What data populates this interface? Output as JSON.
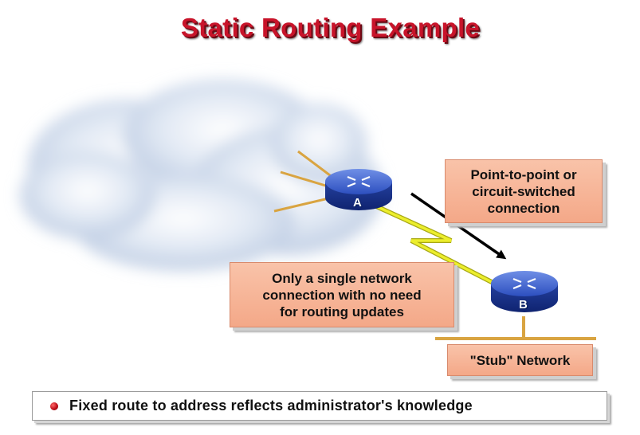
{
  "title": "Static Routing Example",
  "routers": {
    "a_label": "A",
    "b_label": "B"
  },
  "callouts": {
    "point_to_point": "Point-to-point or\ncircuit-switched\nconnection",
    "single_connection": "Only a single network\nconnection with no need\nfor routing updates",
    "stub_network": "\"Stub\" Network"
  },
  "footer": {
    "bullet_text": "Fixed route to address reflects administrator's knowledge"
  },
  "colors": {
    "title": "#c8142a",
    "callout_fill": "#f4a888",
    "router_body": "#1e3fa8",
    "serial_link": "#e8ea2a",
    "ethernet_line": "#d9a441",
    "cloud": "#c9d6ea"
  },
  "icons": [
    "cloud-icon",
    "router-icon",
    "serial-link-icon",
    "arrow-icon",
    "bullet-icon"
  ]
}
